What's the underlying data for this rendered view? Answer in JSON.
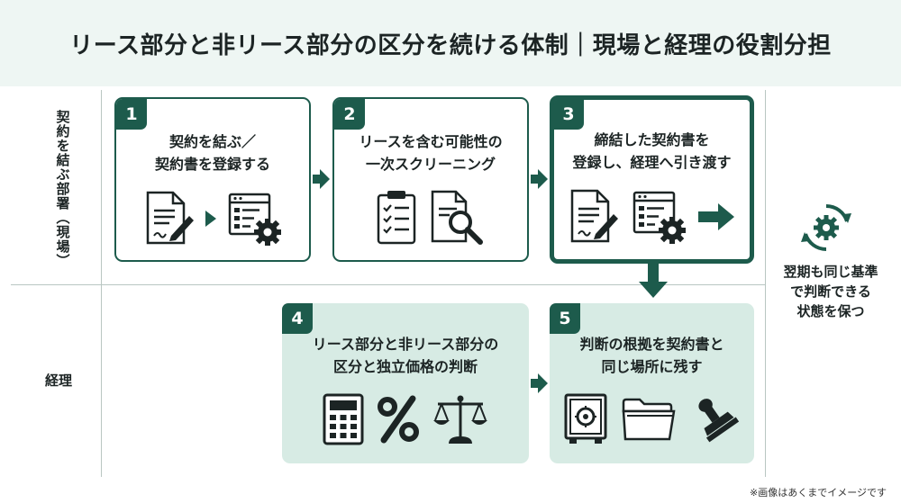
{
  "title": "リース部分と非リース部分の区分を続ける体制｜現場と経理の役割分担",
  "lanes": {
    "top": "契約を結ぶ部署（現場）",
    "bottom": "経理"
  },
  "steps": [
    {
      "number": "1",
      "lines": [
        "契約を結ぶ／",
        "契約書を登録する"
      ],
      "icons": [
        "document-sign-icon",
        "arrow-right-small-icon",
        "system-settings-icon"
      ]
    },
    {
      "number": "2",
      "lines": [
        "リースを含む可能性の",
        "一次スクリーニング"
      ],
      "icons": [
        "checklist-clipboard-icon",
        "document-search-icon"
      ]
    },
    {
      "number": "3",
      "lines": [
        "締結した契約書を",
        "登録し、経理へ引き渡す"
      ],
      "icons": [
        "document-sign-icon",
        "system-settings-icon",
        "arrow-right-icon"
      ]
    },
    {
      "number": "4",
      "lines": [
        "リース部分と非リース部分の",
        "区分と独立価格の判断"
      ],
      "icons": [
        "calculator-icon",
        "percent-icon",
        "scales-icon"
      ]
    },
    {
      "number": "5",
      "lines": [
        "判断の根拠を契約書と",
        "同じ場所に残す"
      ],
      "icons": [
        "safe-icon",
        "folder-icon",
        "stamp-icon"
      ]
    }
  ],
  "side_note": {
    "lines": [
      "翌期も同じ基準",
      "で判断できる",
      "状態を保つ"
    ],
    "icon": "cycle-gear-icon"
  },
  "footnote": "※画像はあくまでイメージです",
  "colors": {
    "primary": "#1d5b4c",
    "header_bg": "#eef6f3",
    "filled_card": "#d7ebe4",
    "grid_line": "#b9c6c2"
  }
}
